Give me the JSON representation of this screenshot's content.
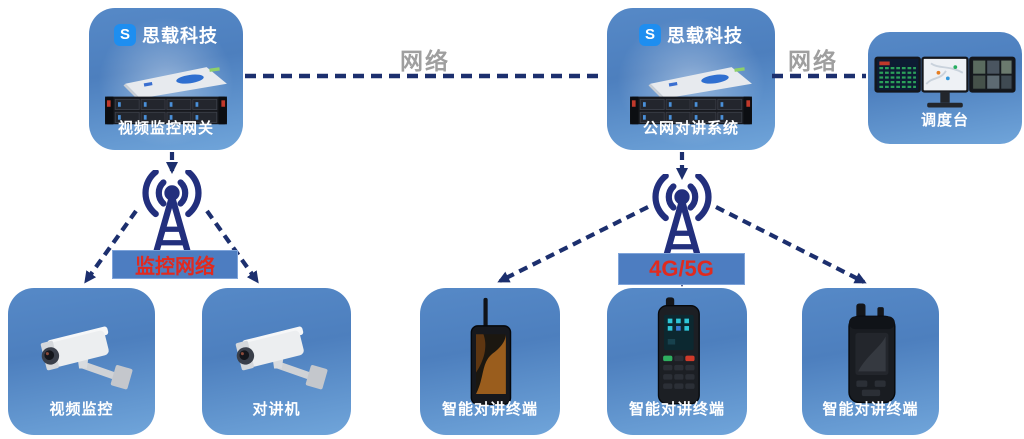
{
  "diagram": {
    "brand_icon_glyph": "S",
    "servers": [
      {
        "brand": "思载科技",
        "label": "视频监控网关"
      },
      {
        "brand": "思载科技",
        "label": "公网对讲系统"
      }
    ],
    "dispatch": {
      "label": "调度台"
    },
    "devices": [
      {
        "label": "视频监控"
      },
      {
        "label": "对讲机"
      },
      {
        "label": "智能对讲终端"
      },
      {
        "label": "智能对讲终端"
      },
      {
        "label": "智能对讲终端"
      }
    ],
    "connection_labels": {
      "left_network": "网络",
      "right_network": "网络",
      "surveillance_network": "监控网络",
      "cellular": "4G/5G"
    }
  },
  "colors": {
    "node_blue_top": "#5689c7",
    "node_blue_bottom": "#70a5da",
    "connector_navy": "#1c2f6e",
    "antenna_navy": "#222f7d",
    "label_bar_blue": "#4d7dc1",
    "label_bar_text_red": "#e02a1f",
    "network_label_gray": "#9f9f9f",
    "brand_icon_blue": "#1e8ef0"
  }
}
